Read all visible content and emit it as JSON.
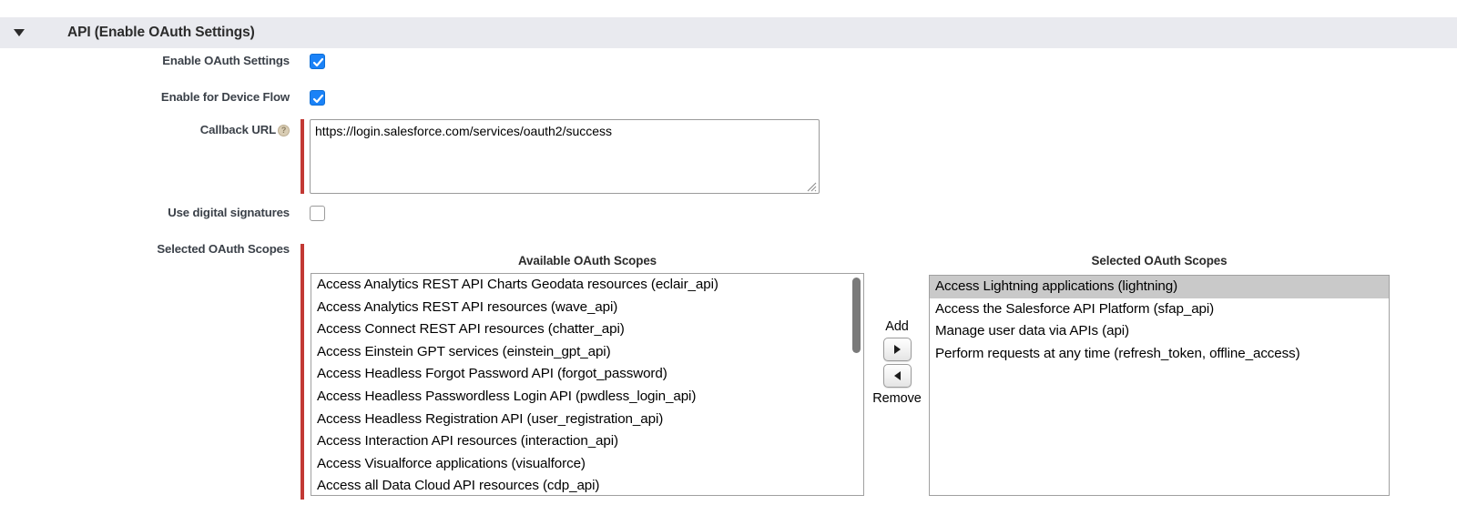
{
  "section": {
    "title": "API (Enable OAuth Settings)",
    "disclosure_icon": "triangle-down-icon",
    "expanded": true
  },
  "fields": {
    "enable_oauth": {
      "label": "Enable OAuth Settings",
      "checked": true
    },
    "enable_device_flow": {
      "label": "Enable for Device Flow",
      "checked": true
    },
    "callback_url": {
      "label": "Callback URL",
      "help_icon": "help-circle-icon",
      "help_glyph": "?",
      "value": "https://login.salesforce.com/services/oauth2/success",
      "required": true
    },
    "use_digital_signatures": {
      "label": "Use digital signatures",
      "checked": false
    },
    "selected_oauth_scopes": {
      "label": "Selected OAuth Scopes",
      "required": true
    }
  },
  "scope_picker": {
    "available_heading": "Available OAuth Scopes",
    "selected_heading": "Selected OAuth Scopes",
    "add_label": "Add",
    "remove_label": "Remove",
    "add_icon": "arrow-right-icon",
    "remove_icon": "arrow-left-icon",
    "available": [
      "Access Analytics REST API Charts Geodata resources (eclair_api)",
      "Access Analytics REST API resources (wave_api)",
      "Access Connect REST API resources (chatter_api)",
      "Access Einstein GPT services (einstein_gpt_api)",
      "Access Headless Forgot Password API (forgot_password)",
      "Access Headless Passwordless Login API (pwdless_login_api)",
      "Access Headless Registration API (user_registration_api)",
      "Access Interaction API resources (interaction_api)",
      "Access Visualforce applications (visualforce)",
      "Access all Data Cloud API resources (cdp_api)"
    ],
    "selected": [
      "Access Lightning applications (lightning)",
      "Access the Salesforce API Platform (sfap_api)",
      "Manage user data via APIs (api)",
      "Perform requests at any time (refresh_token, offline_access)"
    ],
    "selected_highlight_index": 0
  },
  "colors": {
    "header_band": "#e9eaef",
    "required_bar": "#c23934",
    "checkbox_checked": "#1a82f7",
    "list_selection": "#c9c9c9",
    "scrollbar_thumb": "#7a7a7a",
    "help_icon": "#d9cdb4"
  }
}
